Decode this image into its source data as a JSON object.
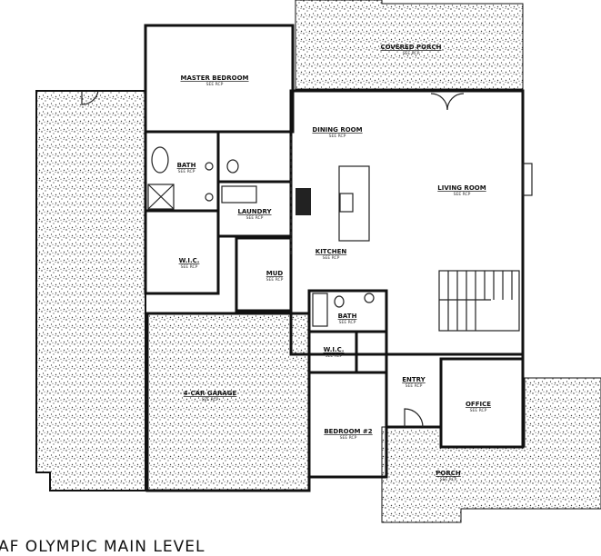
{
  "plan_title": "AF OLYMPIC MAIN LEVEL",
  "sub_label": "SEE RCP",
  "rooms": {
    "master_bedroom": "MASTER BEDROOM",
    "covered_porch": "COVERED PORCH",
    "dining_room": "DINING ROOM",
    "living_room": "LIVING ROOM",
    "master_bath": "BATH",
    "laundry": "LAUNDRY",
    "master_wic": "W.I.C.",
    "kitchen": "KITCHEN",
    "mud": "MUD",
    "bath2": "BATH",
    "wic2": "W.I.C.",
    "entry": "ENTRY",
    "office": "OFFICE",
    "bedroom2": "BEDROOM #2",
    "garage": "4-CAR GARAGE",
    "porch": "PORCH"
  }
}
